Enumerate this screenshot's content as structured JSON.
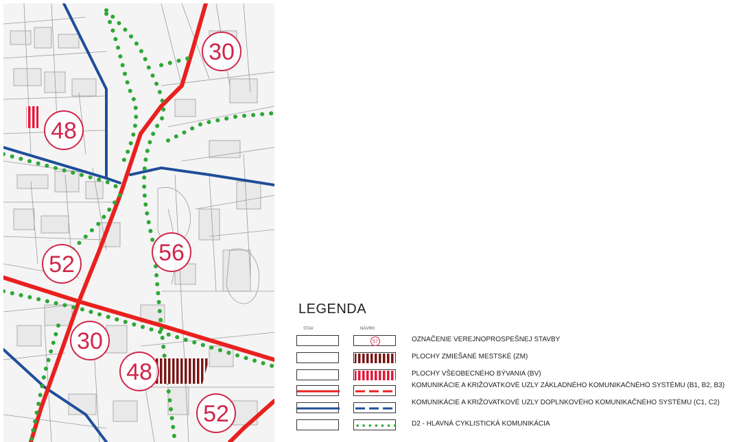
{
  "map": {
    "markers": [
      {
        "label": "30",
        "color": "#d0264a"
      },
      {
        "label": "48",
        "color": "#d0264a"
      },
      {
        "label": "52",
        "color": "#d0264a"
      },
      {
        "label": "56",
        "color": "#d0264a"
      },
      {
        "label": "30",
        "color": "#d0264a"
      },
      {
        "label": "48",
        "color": "#d0264a"
      },
      {
        "label": "52",
        "color": "#d0264a"
      }
    ],
    "colors": {
      "main_road": "#e8211f",
      "secondary_road": "#1f4e99",
      "cycle_route": "#2ea836",
      "marker": "#d0264a",
      "mixed_zone": "#7a1515",
      "residential_zone": "#e5173a"
    }
  },
  "legend": {
    "title": "LEGENDA",
    "col_stav": "STAV",
    "col_navrh": "NÁVRH",
    "marker_sample": "57",
    "items": [
      {
        "text": "OZNAČENIE VEREJNOPROSPEŠNEJ STAVBY",
        "icon": "marker-icon"
      },
      {
        "text": "PLOCHY ZMIEŠANÉ MESTSKÉ (ZM)",
        "icon": "mixed-zone-hatch-icon"
      },
      {
        "text": "PLOCHY VŠEOBECNÉHO BÝVANIA (BV)",
        "icon": "residential-zone-hatch-icon"
      },
      {
        "text": "KOMUNIKÁCIE A KRIŽOVATKOVÉ UZLY ZÁKLADNÉHO KOMUNIKAČNÉHO SYSTÉMU (B1, B2, B3)",
        "icon": "main-road-line-icon"
      },
      {
        "text": "KOMUNIKÁCIE A KRIŽOVATKOVÉ UZLY DOPLNKOVÉHO KOMUNIKAČNÉHO SYSTÉMU (C1, C2)",
        "icon": "secondary-road-line-icon"
      },
      {
        "text": "D2 - HLAVNÁ CYKLISTICKÁ KOMUNIKÁCIA",
        "icon": "cycle-route-dotted-icon"
      }
    ]
  }
}
